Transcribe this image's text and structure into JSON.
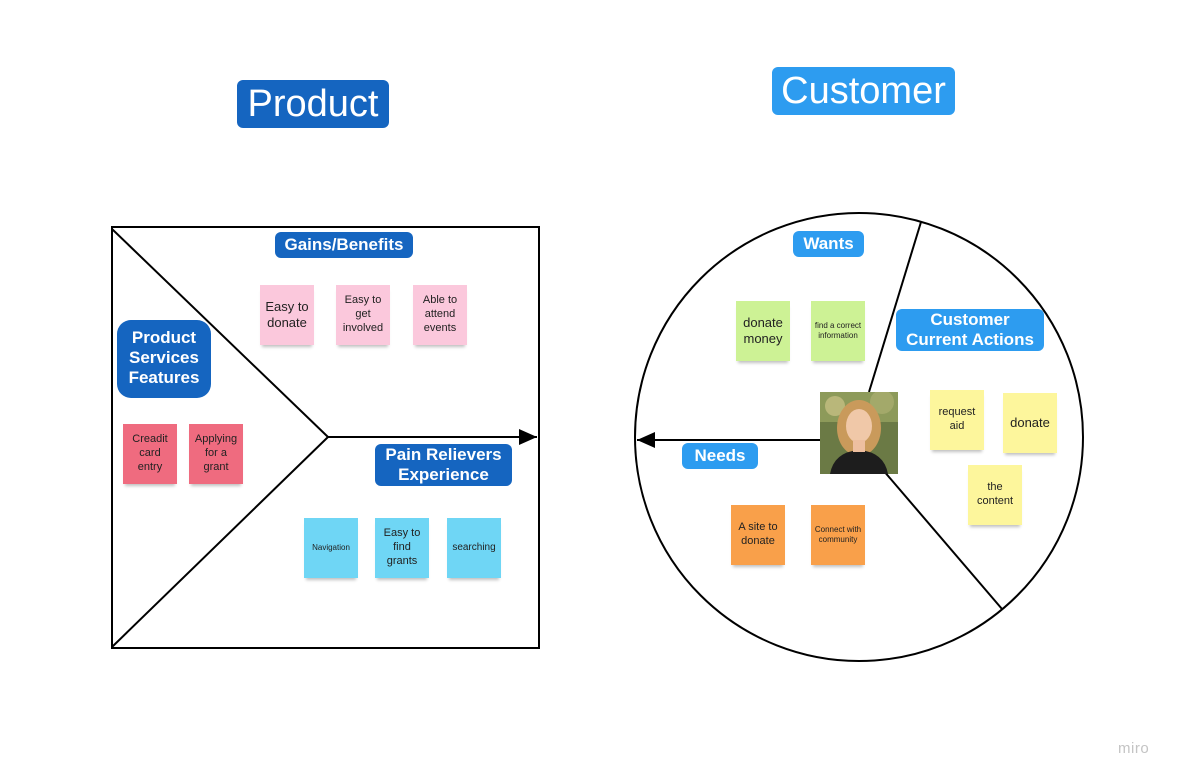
{
  "titles": {
    "product": "Product",
    "customer": "Customer"
  },
  "product_map": {
    "gains_label": "Gains/Benefits",
    "features_label": "Product Services Features",
    "pain_label": "Pain Relievers Experience",
    "gains_notes": [
      "Easy to donate",
      "Easy to get involved",
      "Able to attend events"
    ],
    "features_notes": [
      "Creadit card entry",
      "Applying for a grant"
    ],
    "pain_notes": [
      "Navigation",
      "Easy to find grants",
      "searching"
    ]
  },
  "customer_profile": {
    "wants_label": "Wants",
    "needs_label": "Needs",
    "actions_label": "Customer Current Actions",
    "wants_notes": [
      "donate money",
      "find a correct information"
    ],
    "needs_notes": [
      "A site to donate",
      "Connect with community"
    ],
    "actions_notes": [
      "request aid",
      "donate",
      "the content"
    ]
  },
  "watermark": "miro",
  "colors": {
    "dark_tag": "#1565c0",
    "light_tag": "#2d9cf0",
    "pink_note": "#fbc8dc",
    "red_note": "#ef6b7f",
    "blue_note": "#6fd6f5",
    "green_note": "#cdf295",
    "orange_note": "#f9a04a",
    "yellow_note": "#fdf69c"
  },
  "icons": [
    "customer-photo"
  ]
}
